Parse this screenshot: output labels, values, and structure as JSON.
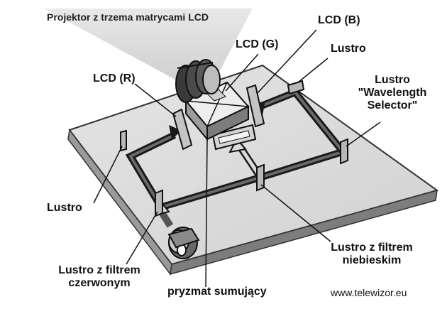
{
  "title": "Projektor z trzema matrycami LCD",
  "labels": {
    "lcd_b": "LCD (B)",
    "lcd_g": "LCD (G)",
    "lcd_r": "LCD (R)",
    "lustro_top": "Lustro",
    "lustro_ws_line1": "Lustro",
    "lustro_ws_line2": "\"Wavelength",
    "lustro_ws_line3": "Selector\"",
    "lustro_left": "Lustro",
    "lustro_blue_line1": "Lustro z filtrem",
    "lustro_blue_line2": "niebieskim",
    "lustro_red_line1": "Lustro z filtrem",
    "lustro_red_line2": "czerwonym",
    "prism": "pryzmat sumujący"
  },
  "website": "www.telewizor.eu"
}
